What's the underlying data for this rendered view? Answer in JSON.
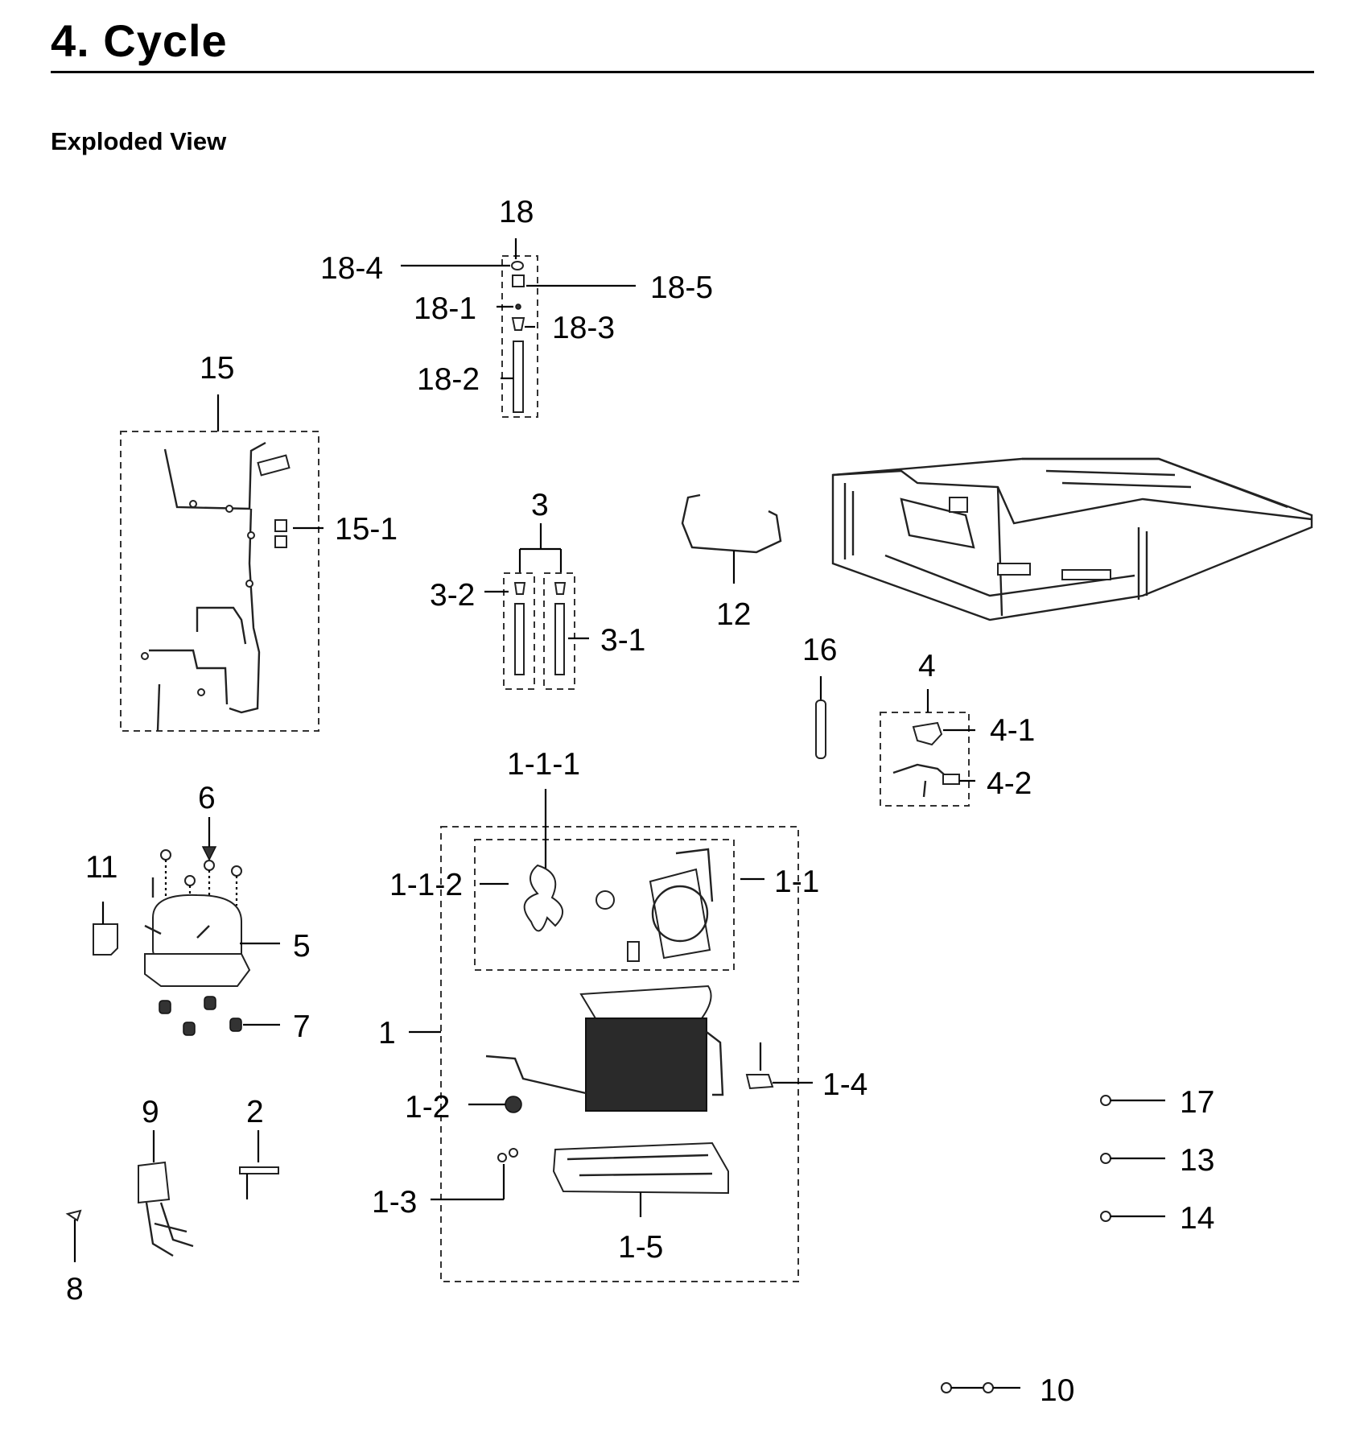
{
  "header": {
    "title": "4.  Cycle",
    "subtitle": "Exploded View"
  },
  "callouts": {
    "c18": "18",
    "c18_1": "18-1",
    "c18_2": "18-2",
    "c18_3": "18-3",
    "c18_4": "18-4",
    "c18_5": "18-5",
    "c15": "15",
    "c15_1": "15-1",
    "c3": "3",
    "c3_1": "3-1",
    "c3_2": "3-2",
    "c12": "12",
    "c16": "16",
    "c4": "4",
    "c4_1": "4-1",
    "c4_2": "4-2",
    "c6": "6",
    "c11": "11",
    "c5": "5",
    "c7": "7",
    "c1": "1",
    "c1_1": "1-1",
    "c1_1_1": "1-1-1",
    "c1_1_2": "1-1-2",
    "c1_2": "1-2",
    "c1_3": "1-3",
    "c1_4": "1-4",
    "c1_5": "1-5",
    "c9": "9",
    "c2": "2",
    "c8": "8",
    "c17": "17",
    "c13": "13",
    "c14": "14",
    "c10": "10"
  }
}
